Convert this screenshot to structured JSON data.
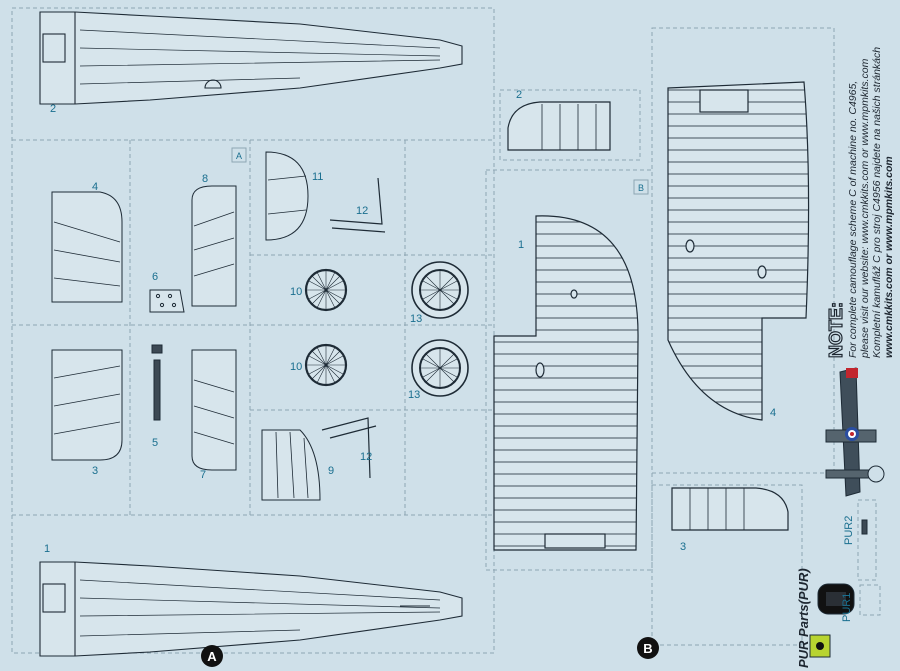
{
  "sheet": {
    "sprue_a": {
      "letter": "A",
      "tag": "A"
    },
    "sprue_b": {
      "letter": "B",
      "tag": "B"
    },
    "parts_a": {
      "p1": "1",
      "p2": "2",
      "p3": "3",
      "p4": "4",
      "p5": "5",
      "p6": "6",
      "p7": "7",
      "p8": "8",
      "p9": "9",
      "p10a": "10",
      "p10b": "10",
      "p11": "11",
      "p12a": "12",
      "p12b": "12",
      "p13a": "13",
      "p13b": "13"
    },
    "parts_b": {
      "p1": "1",
      "p2": "2",
      "p3": "3",
      "p4": "4"
    },
    "pur": {
      "title": "PUR Parts(PUR)",
      "pur1": "PUR1",
      "pur2": "PUR2"
    },
    "note": {
      "heading": "NOTE:",
      "line1": "For complete camouflage scheme C of machine no. C4965,",
      "line2": "please visit our website: www.cmkkits.com or www.mpmkits.com",
      "line3": "Kompletní kamufláž C pro stroj C4956 najdete na našich stránkách",
      "line4": "www.cmkkits.com or www.mpmkits.com"
    },
    "colors": {
      "background": "#cfe0e9",
      "number": "#1a6f8f",
      "line": "#1e2b36"
    }
  }
}
